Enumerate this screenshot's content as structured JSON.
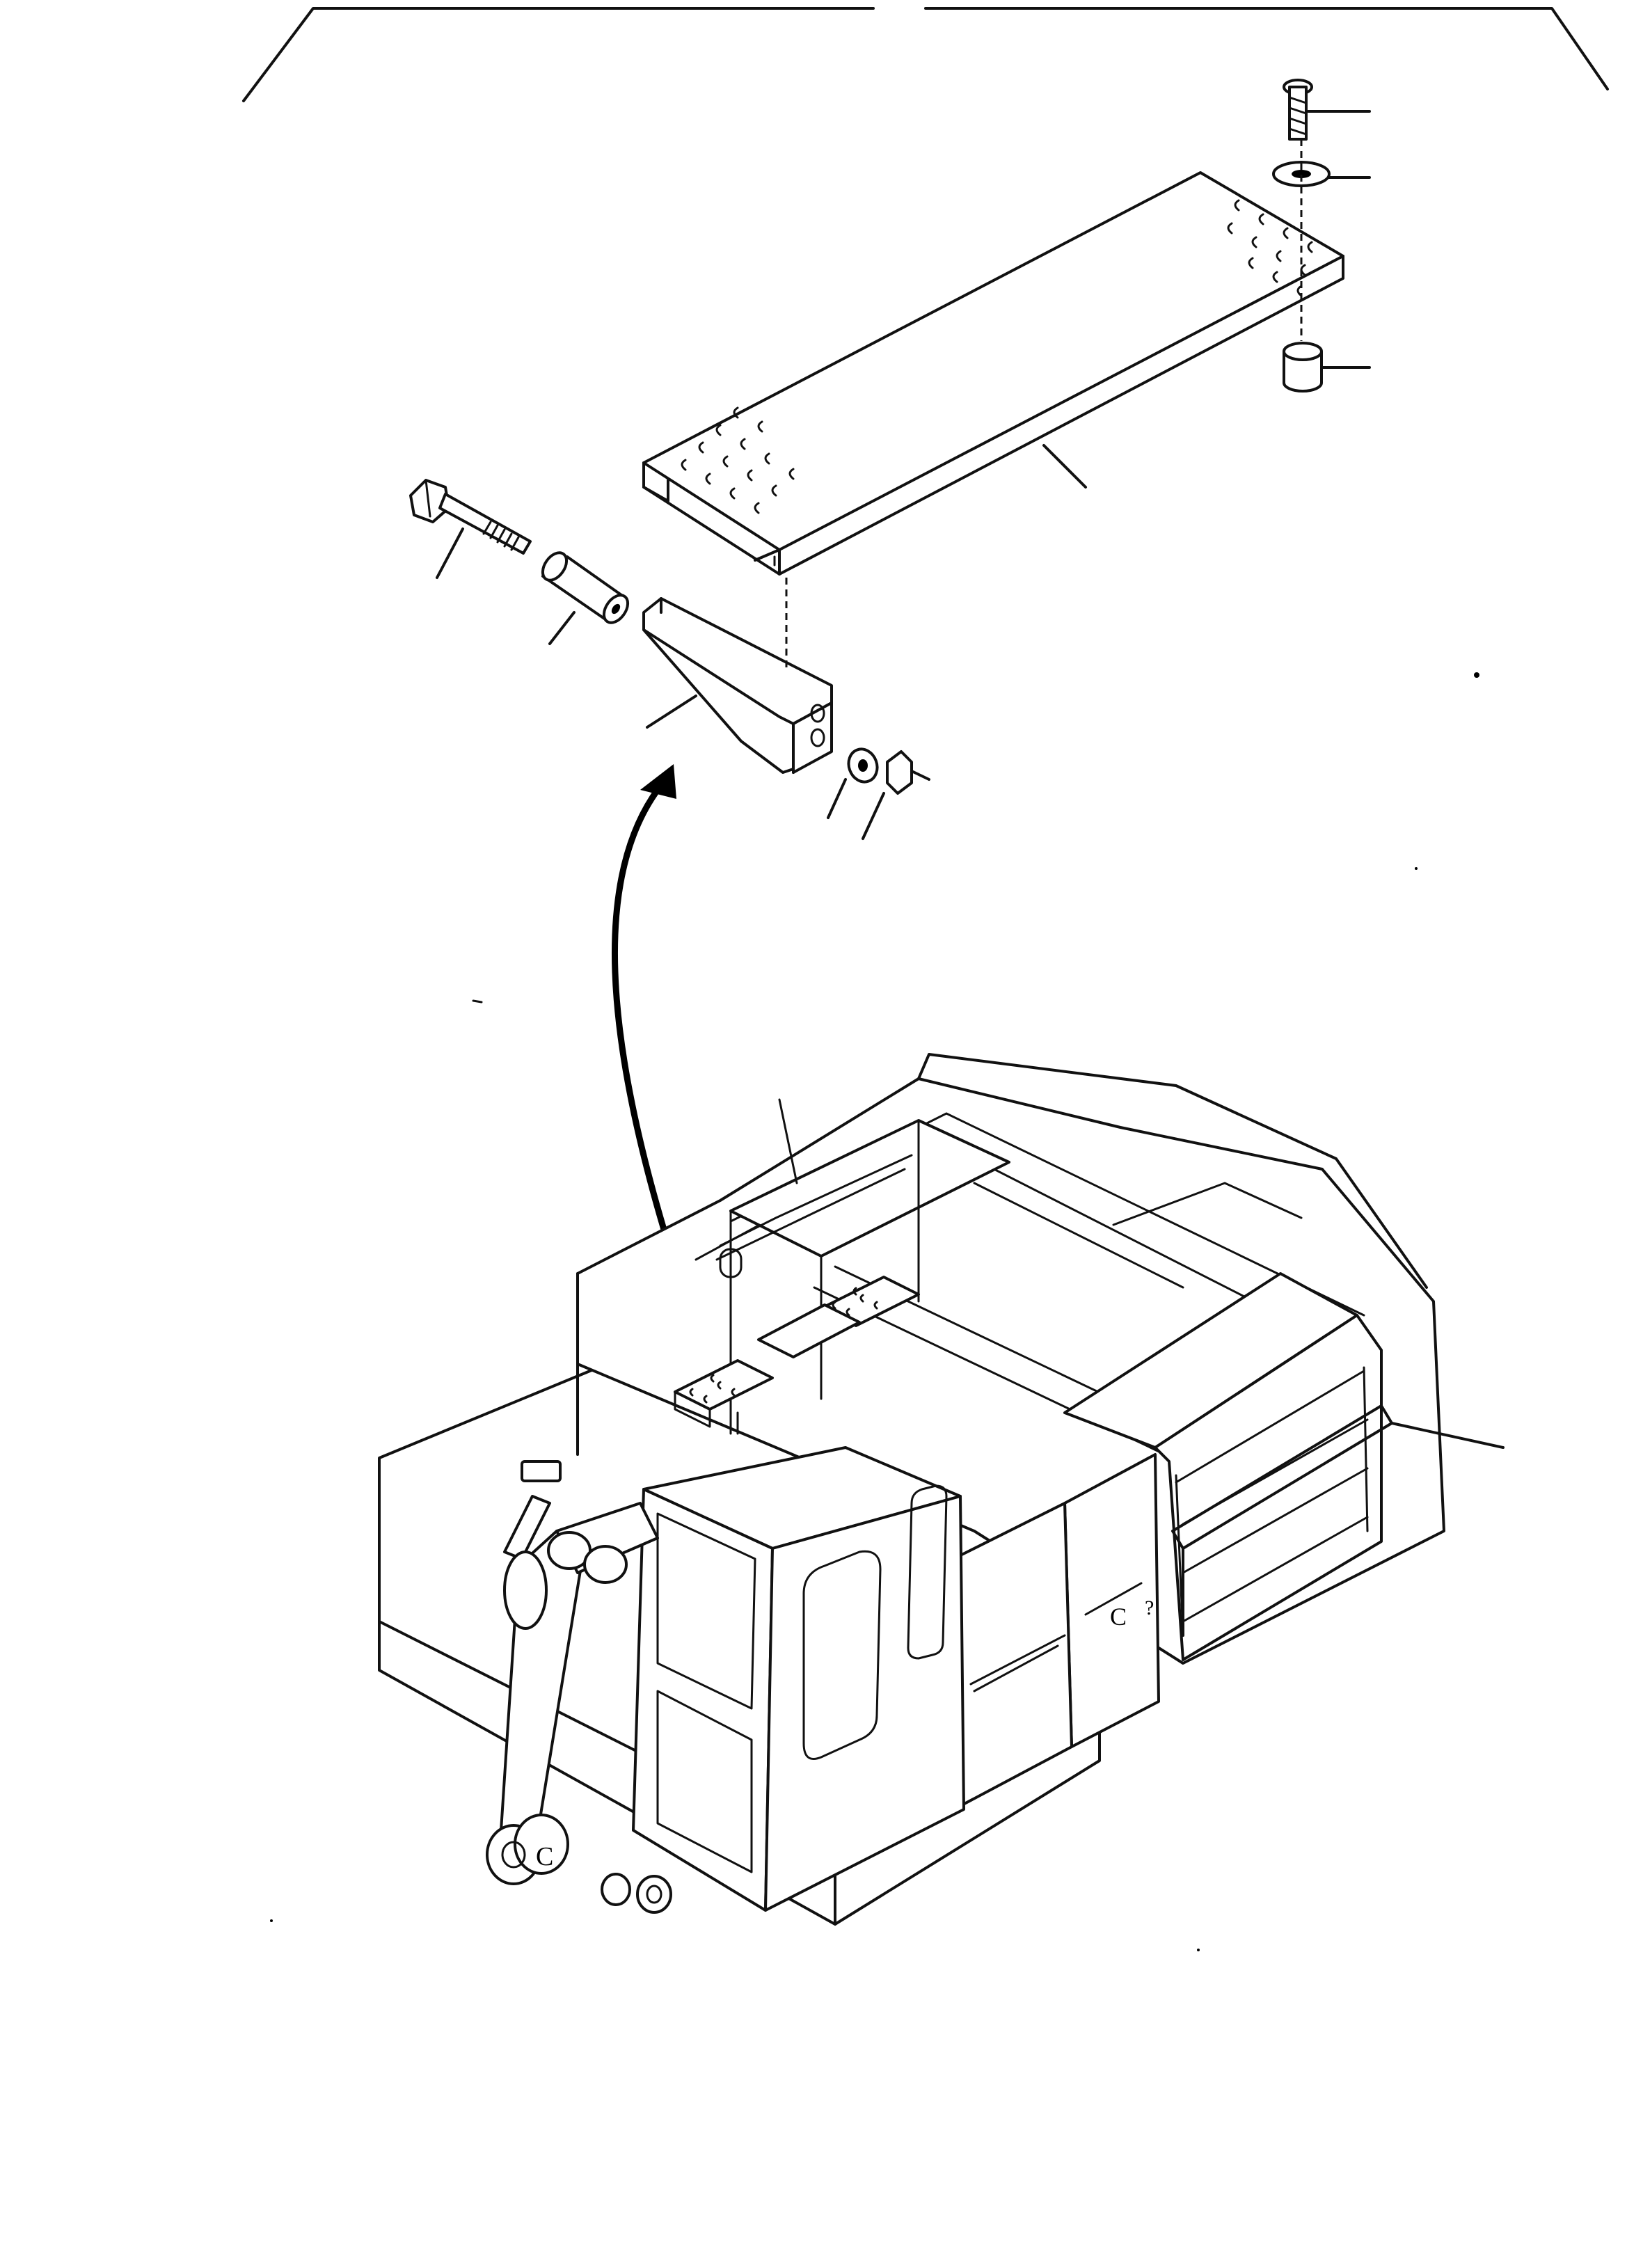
{
  "diagram": {
    "view": "exploded-isometric",
    "style": "line-drawing",
    "colors": {
      "ink": "#111111",
      "paper": "#ffffff"
    },
    "parts": [
      "step-plate",
      "bolt",
      "spacer-collar",
      "bracket",
      "washer",
      "nut",
      "screw",
      "oval-washer",
      "lower-nut",
      "machine-upper-structure",
      "handrail"
    ]
  }
}
